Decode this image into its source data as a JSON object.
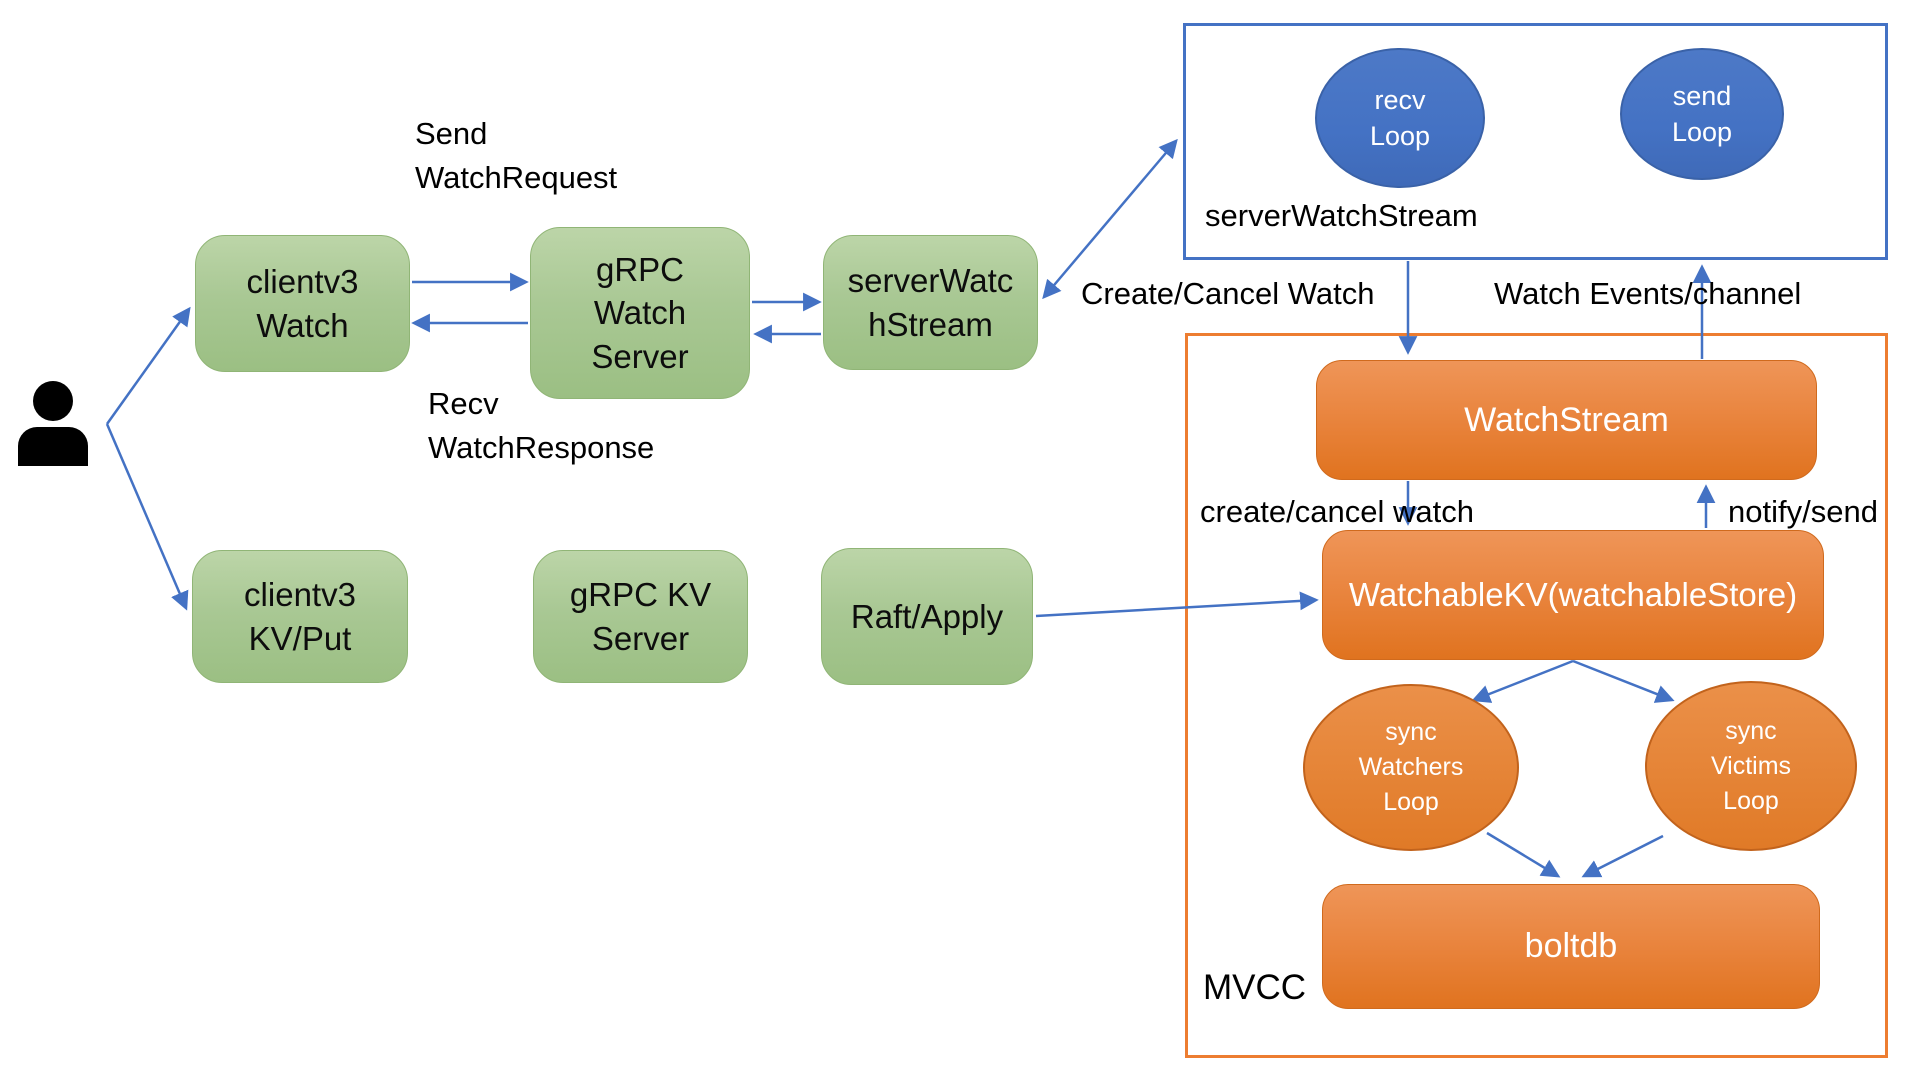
{
  "person": {
    "icon": "person-icon"
  },
  "containers": {
    "server_watch_stream_box": {
      "label": "serverWatchStream"
    },
    "mvcc_box": {
      "label": "MVCC"
    }
  },
  "nodes": {
    "clientv3_watch": {
      "label": "clientv3\nWatch"
    },
    "grpc_watch_server": {
      "label": "gRPC\nWatch\nServer"
    },
    "server_watch_stream": {
      "label": "serverWatc\nhStream"
    },
    "clientv3_kv_put": {
      "label": "clientv3\nKV/Put"
    },
    "grpc_kv_server": {
      "label": "gRPC KV\nServer"
    },
    "raft_apply": {
      "label": "Raft/Apply"
    },
    "recv_loop": {
      "label": "recv\nLoop"
    },
    "send_loop": {
      "label": "send\nLoop"
    },
    "watch_stream": {
      "label": "WatchStream"
    },
    "watchable_kv": {
      "label": "WatchableKV(watchableStore)"
    },
    "sync_watchers_loop": {
      "label": "sync\nWatchers\nLoop"
    },
    "sync_victims_loop": {
      "label": "sync\nVictims\nLoop"
    },
    "boltdb": {
      "label": "boltdb"
    }
  },
  "edge_labels": {
    "send_watch_request": "Send\nWatchRequest",
    "recv_watch_response": "Recv\nWatchResponse",
    "create_cancel_watch": "Create/Cancel Watch",
    "watch_events_channel": "Watch Events/channel",
    "create_cancel_watch_internal": "create/cancel watch",
    "notify_send": "notify/send"
  },
  "colors": {
    "arrow": "#4472C4",
    "green_node_fill": "#a9c894",
    "blue_accent": "#4472C4",
    "orange_accent": "#ED7D31",
    "orange_node_fill": "#e8823a"
  }
}
